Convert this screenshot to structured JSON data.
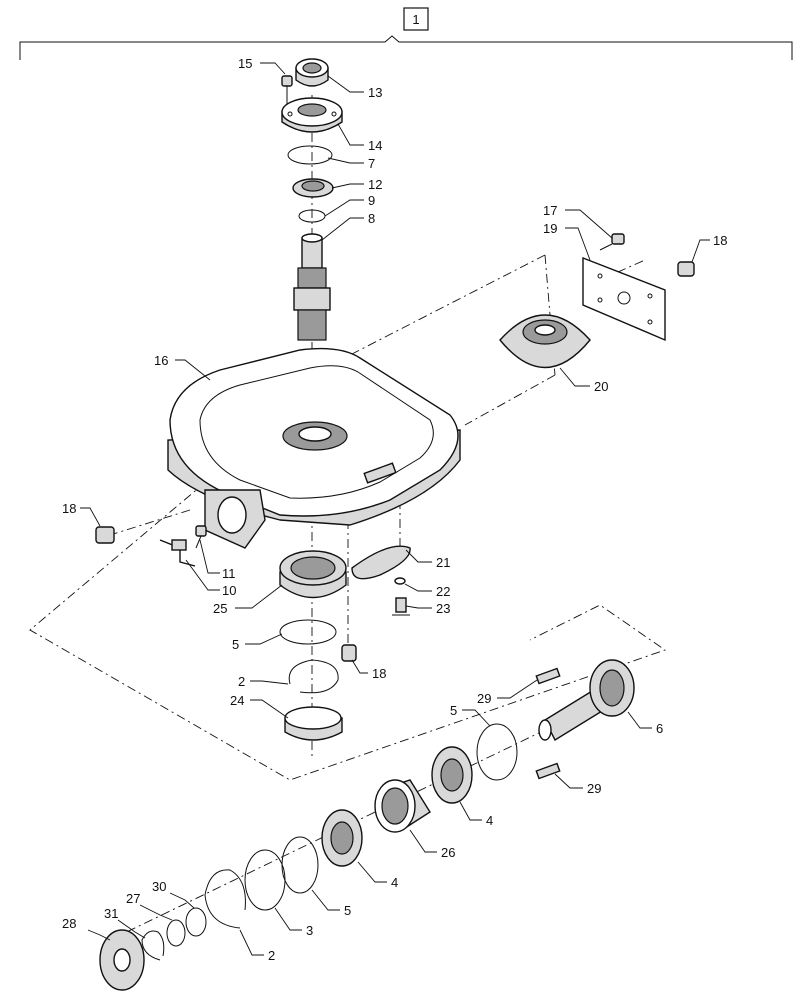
{
  "assembly_label": "1",
  "callouts": [
    "15",
    "13",
    "14",
    "7",
    "12",
    "9",
    "8",
    "17",
    "19",
    "18",
    "16",
    "20",
    "18",
    "11",
    "10",
    "21",
    "22",
    "23",
    "25",
    "5",
    "18",
    "2",
    "24",
    "29",
    "5",
    "6",
    "29",
    "4",
    "26",
    "4",
    "5",
    "3",
    "2",
    "30",
    "27",
    "31",
    "28"
  ]
}
